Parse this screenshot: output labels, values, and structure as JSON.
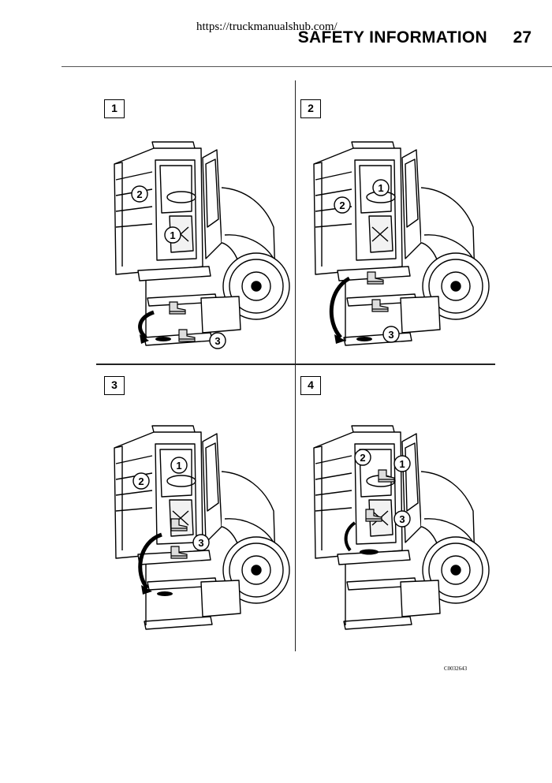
{
  "header": {
    "watermark": "https://truckmanualshub.com/",
    "title": "SAFETY INFORMATION",
    "page_number": "27"
  },
  "panels": [
    {
      "step": "1",
      "callouts": [
        "2",
        "1",
        "3"
      ]
    },
    {
      "step": "2",
      "callouts": [
        "1",
        "2",
        "3"
      ]
    },
    {
      "step": "3",
      "callouts": [
        "1",
        "2",
        "3"
      ]
    },
    {
      "step": "4",
      "callouts": [
        "2",
        "1",
        "3"
      ]
    }
  ],
  "figure_code": "C0032643"
}
